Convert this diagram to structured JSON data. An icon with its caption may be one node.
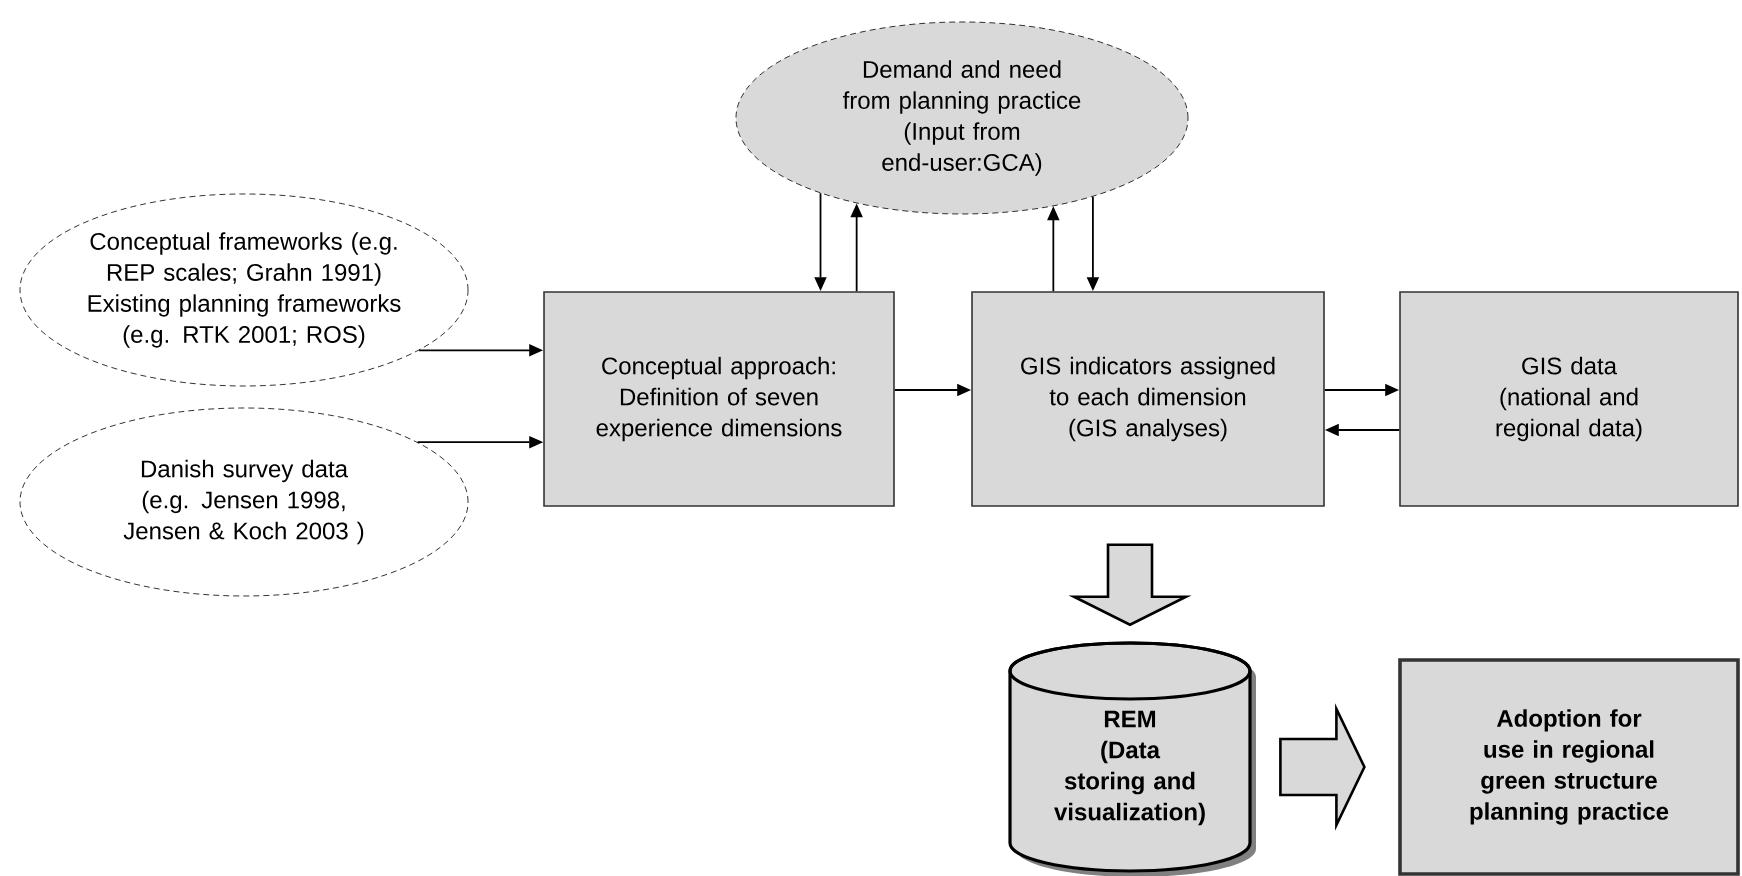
{
  "diagram": {
    "nodes": [
      {
        "text": [
          "Conceptual frameworks (e.g. REP scales; Grahn 1991)",
          "Existing planning frameworks (e.g. RTK 2001; ROS)"
        ]
      },
      {
        "text": [
          "Danish survey data",
          "(e.g. Jensen 1998, Jensen & Koch 2003 )"
        ]
      },
      {
        "text": [
          "Demand and need from planning practice",
          "(Input from end-user:GCA)"
        ]
      },
      {
        "text": [
          "Conceptual approach: Definition of seven experience dimensions"
        ]
      },
      {
        "text": [
          "GIS indicators assigned to each dimension (GIS analyses)"
        ]
      },
      {
        "text": [
          "GIS data (national and regional data)"
        ]
      },
      {
        "text": [
          "REM",
          "(Data storing and visualization)"
        ]
      },
      {
        "text": [
          "Adoption for use in regional green structure planning practice"
        ]
      }
    ],
    "edges": [
      {
        "from": 0,
        "to": 3,
        "arrow": "to"
      },
      {
        "from": 1,
        "to": 3,
        "arrow": "to"
      },
      {
        "from": 2,
        "to": 3,
        "arrow": "to"
      },
      {
        "from": 3,
        "to": 2,
        "arrow": "to"
      },
      {
        "from": 4,
        "to": 2,
        "arrow": "to"
      },
      {
        "from": 2,
        "to": 4,
        "arrow": "to"
      },
      {
        "from": 3,
        "to": 4,
        "arrow": "to"
      },
      {
        "from": 4,
        "to": 5,
        "arrow": "to"
      },
      {
        "from": 5,
        "to": 4,
        "arrow": "to"
      },
      {
        "from": 4,
        "to": 6,
        "arrow": "to",
        "style": "thick"
      },
      {
        "from": 6,
        "to": 7,
        "arrow": "to",
        "style": "thick"
      }
    ]
  }
}
